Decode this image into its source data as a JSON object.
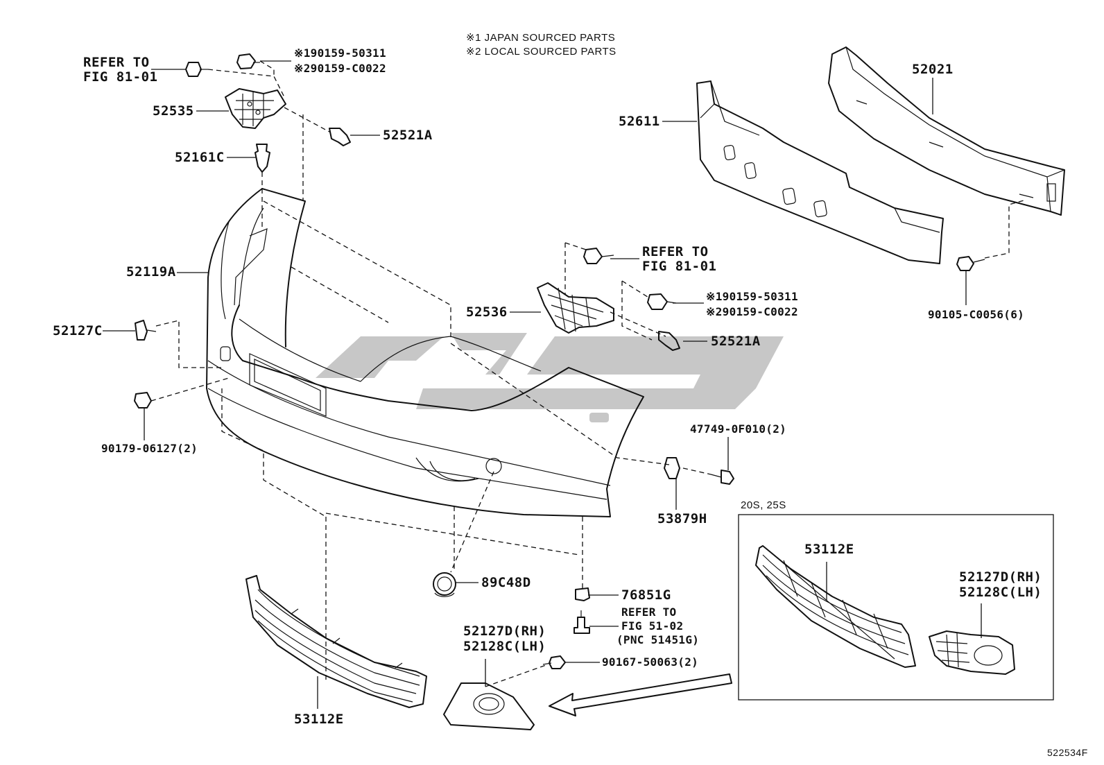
{
  "notes": [
    "※1 JAPAN SOURCED PARTS",
    "※2 LOCAL SOURCED PARTS"
  ],
  "inset_title": "20S, 25S",
  "figure_id": "522534F",
  "labels": {
    "refer_top_1": "REFER TO",
    "refer_top_2": "FIG 81-01",
    "bolt_top_1": "※190159-50311",
    "bolt_top_2": "※290159-C0022",
    "p52535": "52535",
    "p52521a_top": "52521A",
    "p52161c": "52161C",
    "p52119a": "52119A",
    "p52127c": "52127C",
    "p90179": "90179-06127(2)",
    "p52611": "52611",
    "p52021": "52021",
    "refer_mid_1": "REFER TO",
    "refer_mid_2": "FIG 81-01",
    "bolt_mid_1": "※190159-50311",
    "bolt_mid_2": "※290159-C0022",
    "p52536": "52536",
    "p52521a_mid": "52521A",
    "p90105": "90105-C0056(6)",
    "p47749": "47749-0F010(2)",
    "p53879h": "53879H",
    "p89c48d": "89C48D",
    "p76851g": "76851G",
    "refer_low_1": "REFER TO",
    "refer_low_2": "FIG 51-02",
    "refer_low_3": "(PNC 51451G)",
    "p52127d_1": "52127D(RH)",
    "p52128c_1": "52128C(LH)",
    "p90167": "90167-50063(2)",
    "p53112e_main": "53112E",
    "p53112e_inset": "53112E",
    "p52127d_2": "52127D(RH)",
    "p52128c_2": "52128C(LH)"
  }
}
